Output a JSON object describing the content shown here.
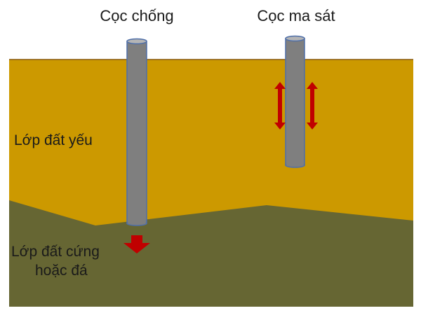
{
  "titles": {
    "end_bearing_pile": "Cọc chống",
    "friction_pile": "Cọc ma sát"
  },
  "layers": {
    "weak_soil": "Lớp đất yếu",
    "hard_soil_line1": "Lớp đất cứng",
    "hard_soil_line2": "hoặc đá"
  },
  "colors": {
    "weak_soil": "#CC9900",
    "hard_soil": "#666633",
    "pile": "#7F7F7F",
    "pile_outline": "#4F6FA8",
    "arrow": "#C00000"
  }
}
